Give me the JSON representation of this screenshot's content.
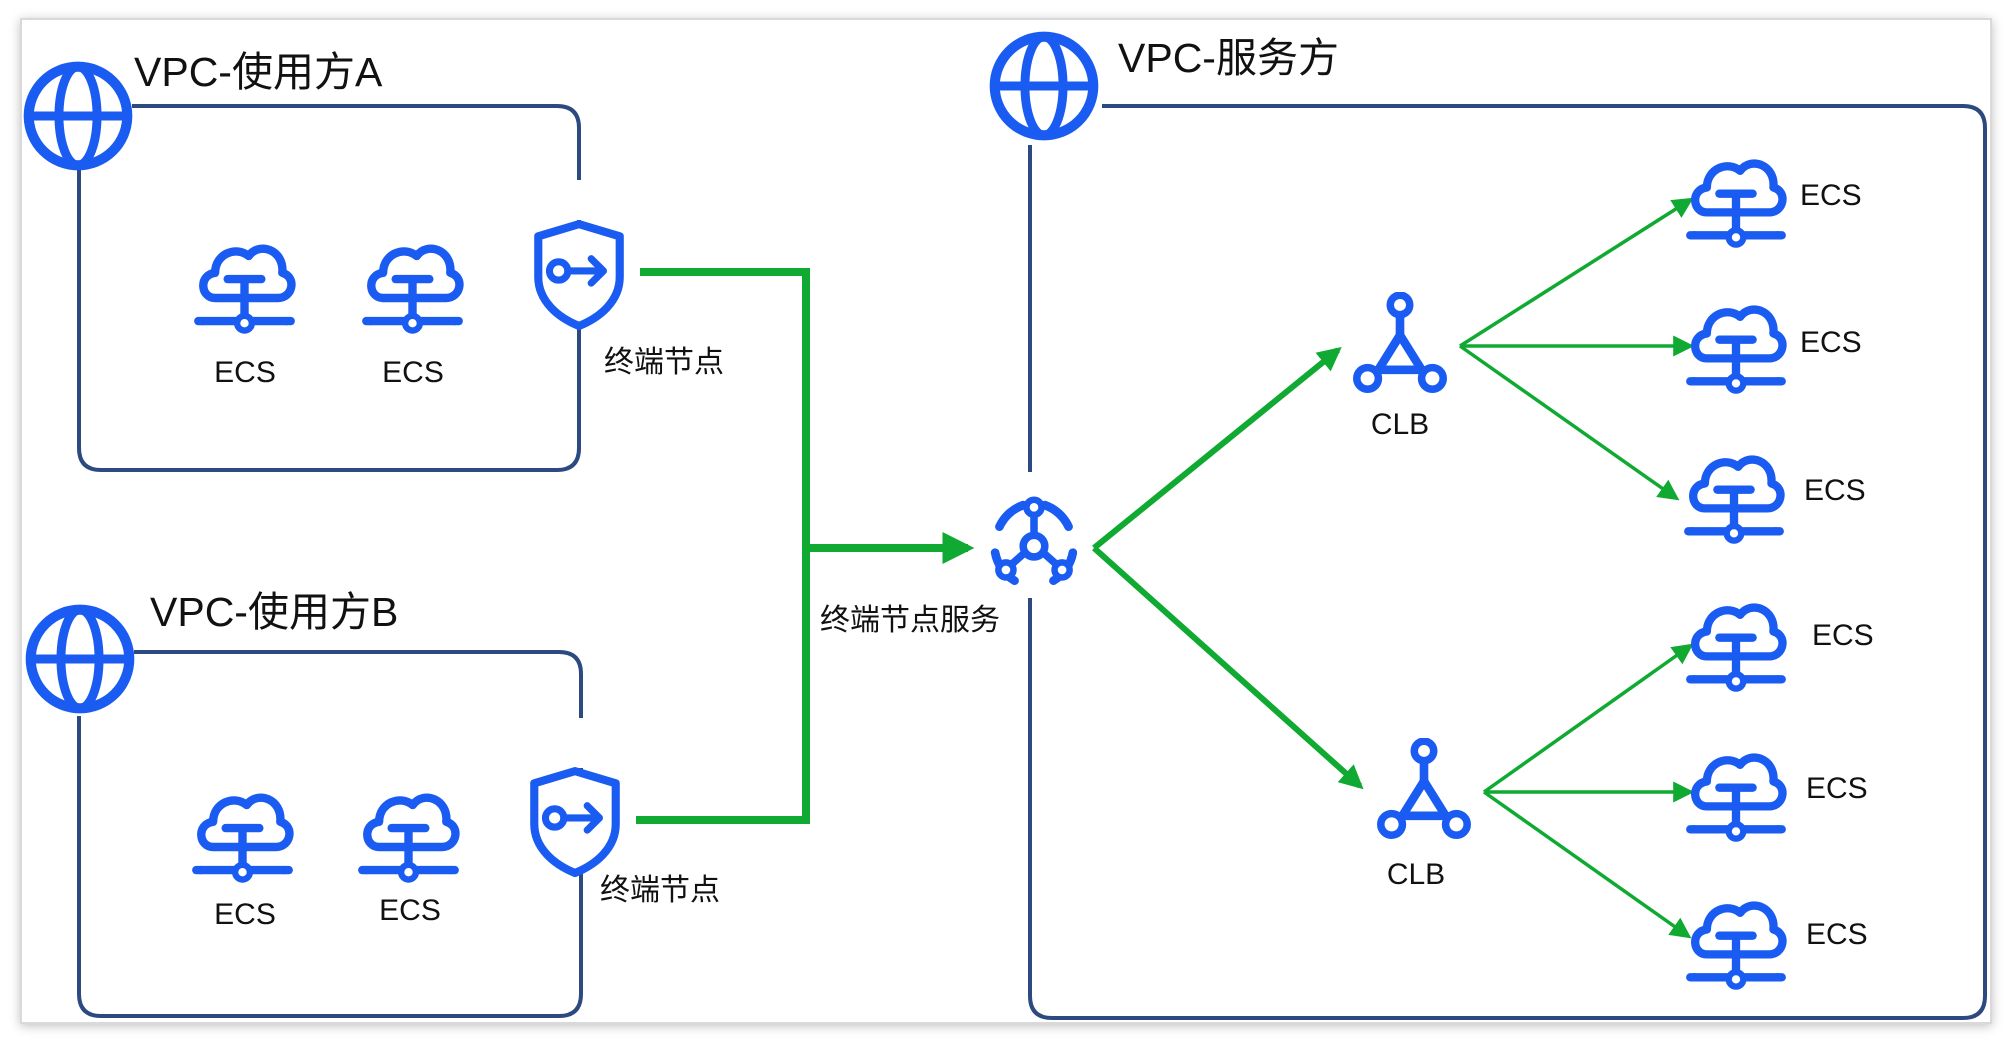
{
  "vpcs": {
    "consumer_a": {
      "title": "VPC-使用方A",
      "ecs": [
        "ECS",
        "ECS"
      ],
      "endpoint_label": "终端节点"
    },
    "consumer_b": {
      "title": "VPC-使用方B",
      "ecs": [
        "ECS",
        "ECS"
      ],
      "endpoint_label": "终端节点"
    },
    "provider": {
      "title": "VPC-服务方",
      "service_label": "终端节点服务",
      "clbs": [
        {
          "label": "CLB",
          "ecs": [
            "ECS",
            "ECS",
            "ECS"
          ]
        },
        {
          "label": "CLB",
          "ecs": [
            "ECS",
            "ECS",
            "ECS"
          ]
        }
      ]
    }
  },
  "icons": {
    "vpc": "globe-icon",
    "ecs": "cloud-server-icon",
    "endpoint": "shield-key-icon",
    "service": "network-hub-icon",
    "clb": "load-balancer-icon"
  },
  "colors": {
    "icon_blue": "#1a5cf2",
    "box_border": "#2d4a80",
    "flow_green": "#10aa32"
  }
}
